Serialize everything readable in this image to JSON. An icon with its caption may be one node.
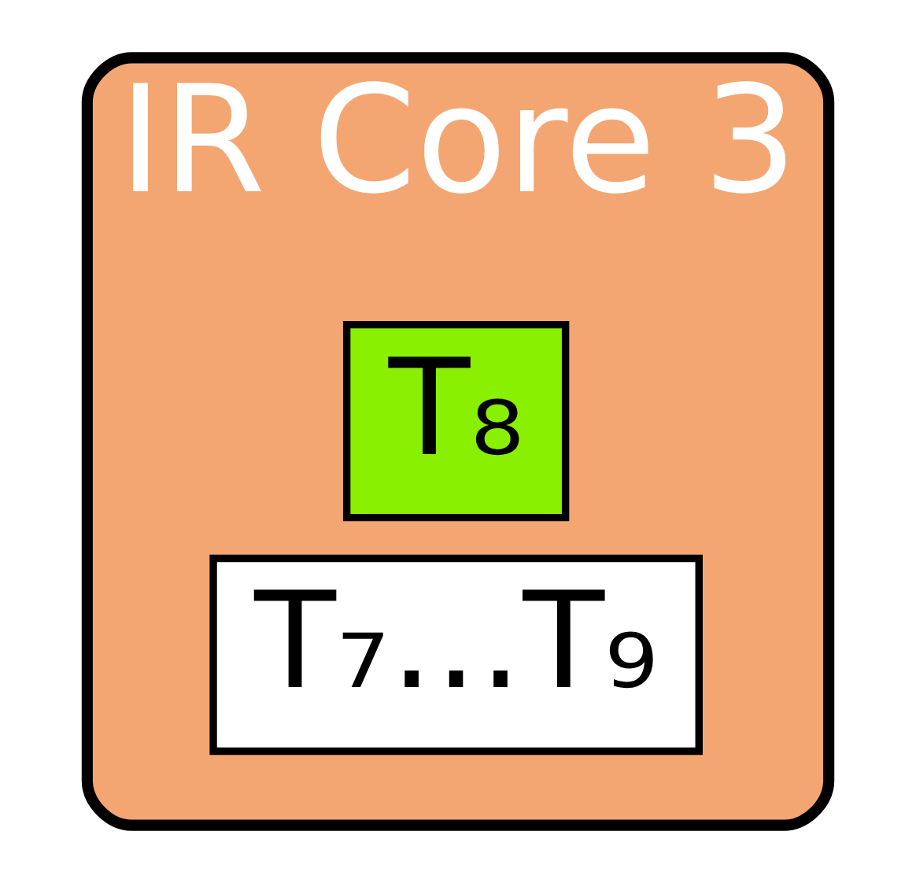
{
  "diagram": {
    "nodes": [
      {
        "text": [
          "IR Core 3"
        ]
      },
      {
        "text": [
          "T₈"
        ],
        "in": 0
      },
      {
        "text": [
          "T₇…T₉"
        ],
        "in": 0
      }
    ]
  }
}
